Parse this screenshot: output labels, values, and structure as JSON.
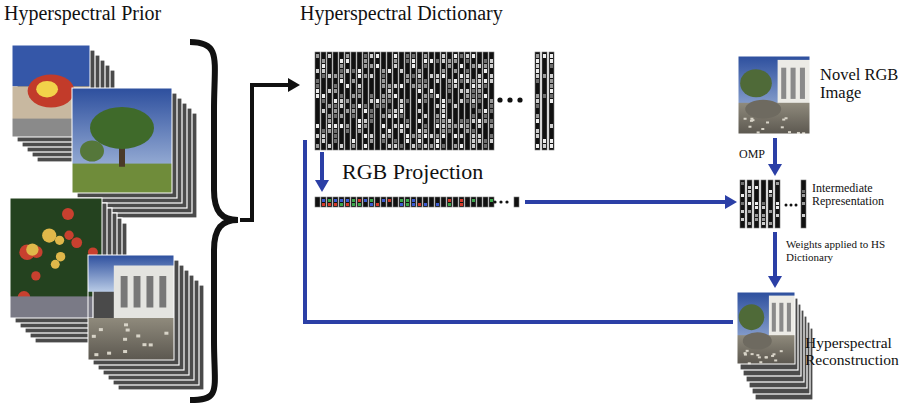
{
  "diagram": {
    "nodes": [
      {
        "text": [
          "Hyperspectral Prior"
        ]
      },
      {
        "text": [
          "Hyperspectral Dictionary"
        ]
      },
      {
        "text": [
          "RGB Projection"
        ]
      },
      {
        "text": [
          "Novel RGB Image"
        ]
      },
      {
        "text": [
          "Intermediate Representation"
        ]
      },
      {
        "text": [
          "Hyperspectral Reconstruction"
        ]
      }
    ],
    "edges": [
      {
        "from": 0,
        "to": 1,
        "arrow": "to"
      },
      {
        "from": 1,
        "to": 2,
        "arrow": "to"
      },
      {
        "from": 2,
        "to": 4,
        "arrow": "to"
      },
      {
        "from": 3,
        "to": 4,
        "label": "OMP",
        "arrow": "to"
      },
      {
        "from": 4,
        "to": 5,
        "label": "Weights applied to HS Dictionary",
        "arrow": "to"
      },
      {
        "from": 1,
        "to": 5,
        "arrow": "none"
      }
    ]
  }
}
